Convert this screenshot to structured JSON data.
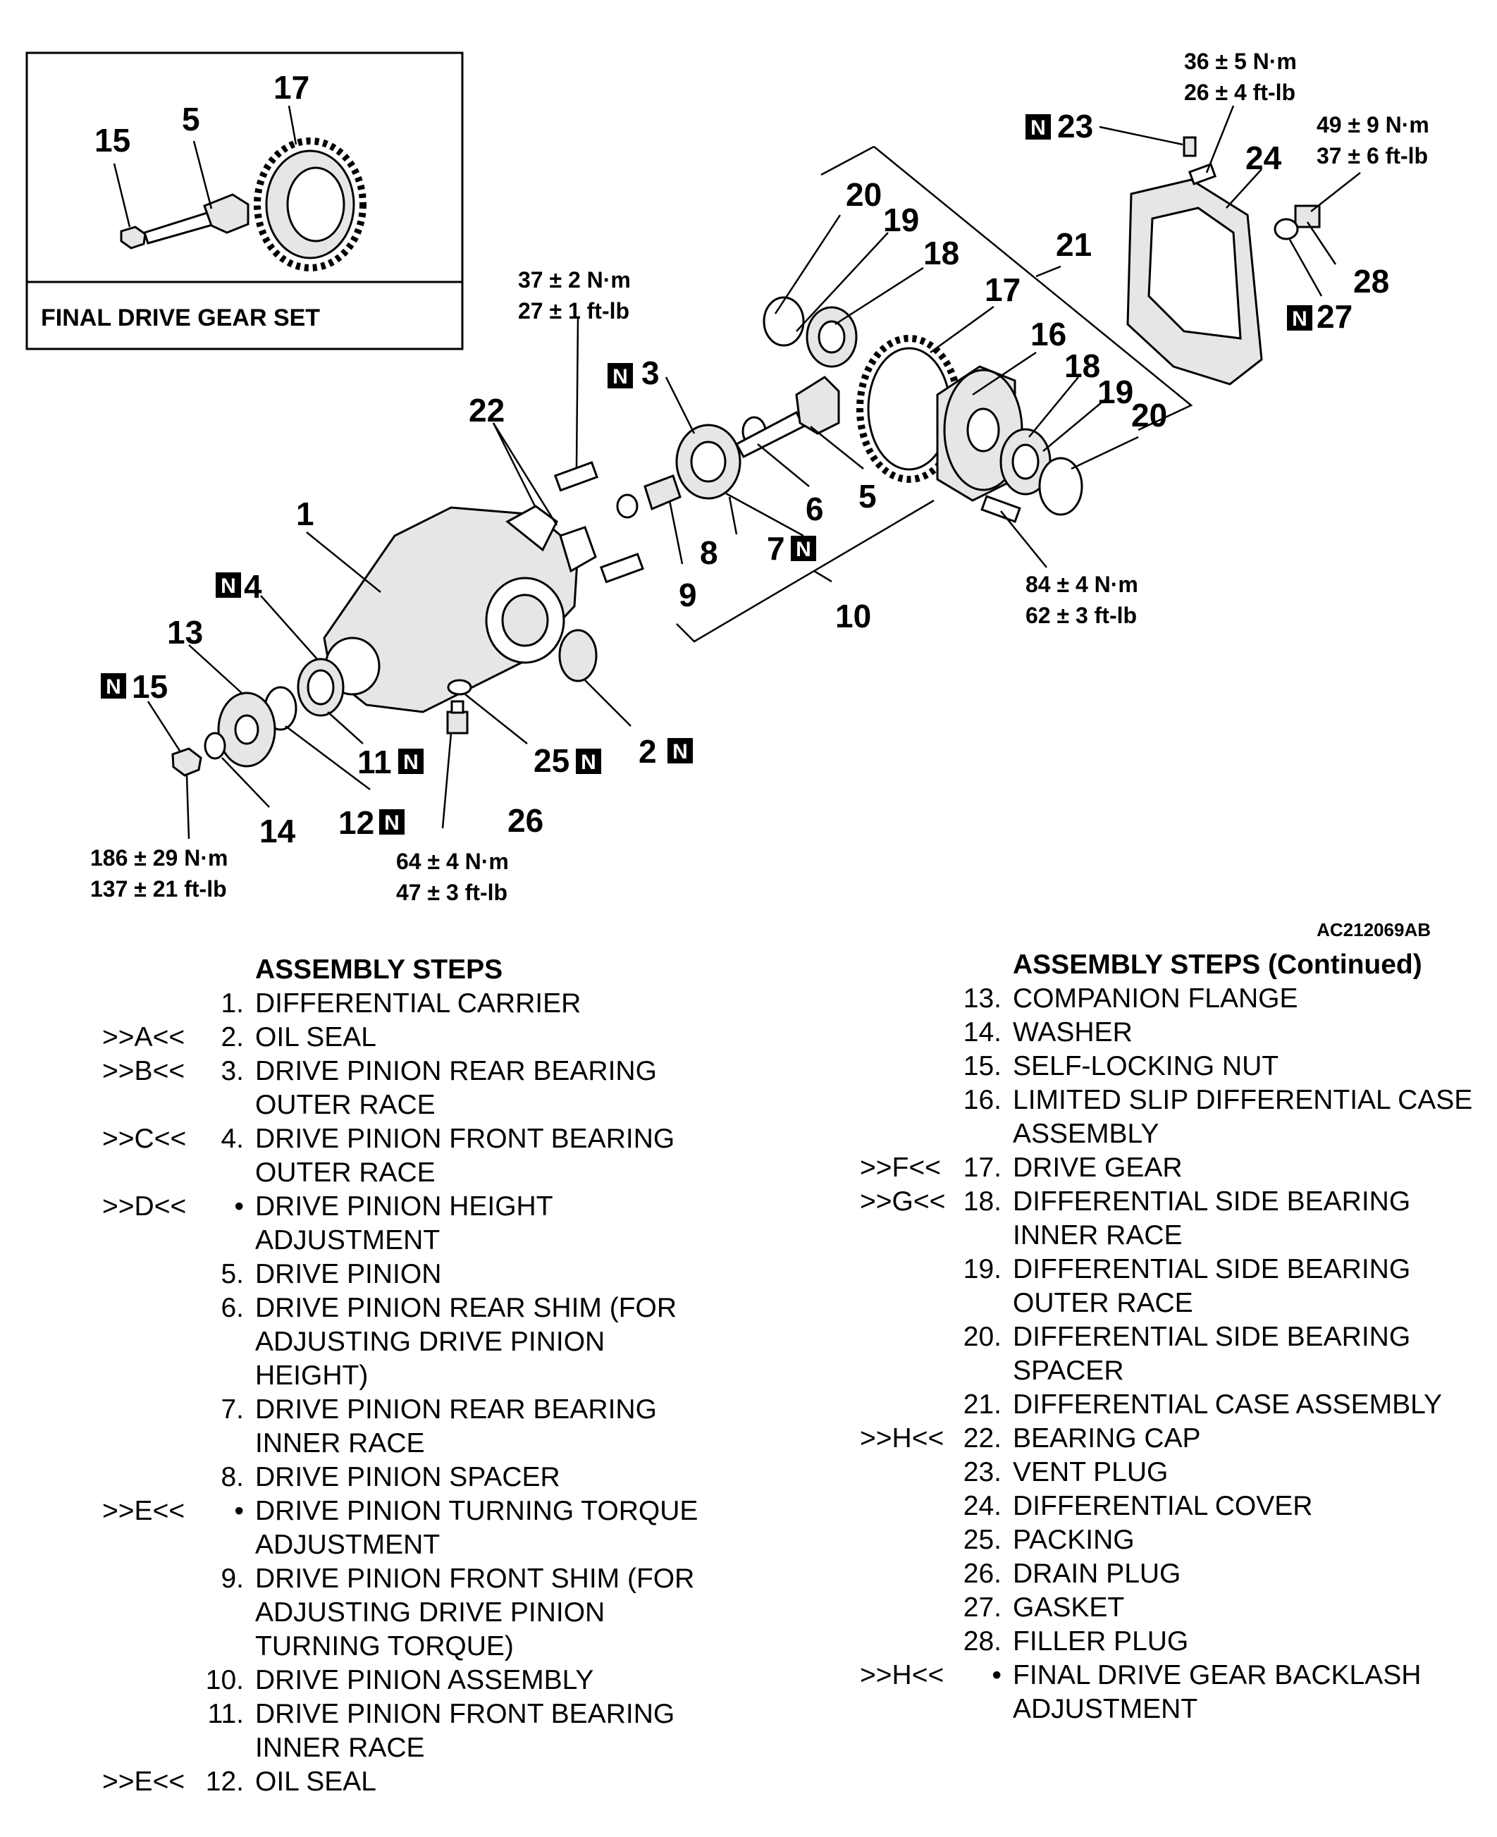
{
  "inset": {
    "title": "FINAL DRIVE GEAR SET",
    "parts": [
      "15",
      "5",
      "17"
    ]
  },
  "callouts": [
    "1",
    "2",
    "3",
    "4",
    "5",
    "6",
    "7",
    "8",
    "9",
    "10",
    "11",
    "12",
    "13",
    "14",
    "15",
    "16",
    "17",
    "18",
    "18",
    "19",
    "19",
    "20",
    "20",
    "21",
    "22",
    "23",
    "24",
    "25",
    "26",
    "27",
    "28"
  ],
  "new_part_mark": "N",
  "torques": {
    "t23_24_nm": "36 ± 5 N·m",
    "t23_24_ftlb": "26 ± 4 ft-lb",
    "t28_nm": "49 ± 9 N·m",
    "t28_ftlb": "37 ± 6 ft-lb",
    "t22_nm": "37 ± 2 N·m",
    "t22_ftlb": "27 ± 1 ft-lb",
    "t16_nm": "84 ± 4 N·m",
    "t16_ftlb": "62 ± 3 ft-lb",
    "t15_nm": "186 ± 29 N·m",
    "t15_ftlb": "137 ± 21 ft-lb",
    "t26_nm": "64 ± 4 N·m",
    "t26_ftlb": "47 ± 3 ft-lb"
  },
  "figure_code": "AC212069AB",
  "steps_left": {
    "heading": "ASSEMBLY STEPS",
    "items": [
      {
        "mark": "",
        "idx": "1.",
        "lines": [
          "DIFFERENTIAL CARRIER"
        ]
      },
      {
        "mark": ">>A<<",
        "idx": "2.",
        "lines": [
          "OIL SEAL"
        ]
      },
      {
        "mark": ">>B<<",
        "idx": "3.",
        "lines": [
          "DRIVE PINION REAR BEARING",
          "OUTER RACE"
        ]
      },
      {
        "mark": ">>C<<",
        "idx": "4.",
        "lines": [
          "DRIVE PINION FRONT BEARING",
          "OUTER RACE"
        ]
      },
      {
        "mark": ">>D<<",
        "idx": "•",
        "lines": [
          "DRIVE PINION HEIGHT",
          "ADJUSTMENT"
        ]
      },
      {
        "mark": "",
        "idx": "5.",
        "lines": [
          "DRIVE PINION"
        ]
      },
      {
        "mark": "",
        "idx": "6.",
        "lines": [
          "DRIVE PINION REAR SHIM (FOR",
          "ADJUSTING DRIVE PINION",
          "HEIGHT)"
        ]
      },
      {
        "mark": "",
        "idx": "7.",
        "lines": [
          "DRIVE PINION REAR BEARING",
          "INNER RACE"
        ]
      },
      {
        "mark": "",
        "idx": "8.",
        "lines": [
          "DRIVE PINION SPACER"
        ]
      },
      {
        "mark": ">>E<<",
        "idx": "•",
        "lines": [
          "DRIVE PINION TURNING TORQUE",
          "ADJUSTMENT"
        ]
      },
      {
        "mark": "",
        "idx": "9.",
        "lines": [
          "DRIVE PINION FRONT SHIM (FOR",
          "ADJUSTING DRIVE PINION",
          "TURNING TORQUE)"
        ]
      },
      {
        "mark": "",
        "idx": "10.",
        "lines": [
          "DRIVE PINION ASSEMBLY"
        ]
      },
      {
        "mark": "",
        "idx": "11.",
        "lines": [
          "DRIVE PINION FRONT BEARING",
          "INNER RACE"
        ]
      },
      {
        "mark": ">>E<<",
        "idx": "12.",
        "lines": [
          "OIL SEAL"
        ]
      }
    ]
  },
  "steps_right": {
    "heading": "ASSEMBLY STEPS (Continued)",
    "items": [
      {
        "mark": "",
        "idx": "13.",
        "lines": [
          "COMPANION FLANGE"
        ]
      },
      {
        "mark": "",
        "idx": "14.",
        "lines": [
          "WASHER"
        ]
      },
      {
        "mark": "",
        "idx": "15.",
        "lines": [
          "SELF-LOCKING NUT"
        ]
      },
      {
        "mark": "",
        "idx": "16.",
        "lines": [
          "LIMITED SLIP DIFFERENTIAL CASE",
          "ASSEMBLY"
        ]
      },
      {
        "mark": ">>F<<",
        "idx": "17.",
        "lines": [
          "DRIVE GEAR"
        ]
      },
      {
        "mark": ">>G<<",
        "idx": "18.",
        "lines": [
          "DIFFERENTIAL SIDE BEARING",
          "INNER RACE"
        ]
      },
      {
        "mark": "",
        "idx": "19.",
        "lines": [
          "DIFFERENTIAL SIDE BEARING",
          "OUTER RACE"
        ]
      },
      {
        "mark": "",
        "idx": "20.",
        "lines": [
          "DIFFERENTIAL SIDE BEARING",
          "SPACER"
        ]
      },
      {
        "mark": "",
        "idx": "21.",
        "lines": [
          "DIFFERENTIAL CASE ASSEMBLY"
        ]
      },
      {
        "mark": ">>H<<",
        "idx": "22.",
        "lines": [
          "BEARING CAP"
        ]
      },
      {
        "mark": "",
        "idx": "23.",
        "lines": [
          "VENT PLUG"
        ]
      },
      {
        "mark": "",
        "idx": "24.",
        "lines": [
          "DIFFERENTIAL COVER"
        ]
      },
      {
        "mark": "",
        "idx": "25.",
        "lines": [
          "PACKING"
        ]
      },
      {
        "mark": "",
        "idx": "26.",
        "lines": [
          "DRAIN PLUG"
        ]
      },
      {
        "mark": "",
        "idx": "27.",
        "lines": [
          "GASKET"
        ]
      },
      {
        "mark": "",
        "idx": "28.",
        "lines": [
          "FILLER PLUG"
        ]
      },
      {
        "mark": ">>H<<",
        "idx": "•",
        "lines": [
          "FINAL DRIVE GEAR BACKLASH",
          "ADJUSTMENT"
        ]
      }
    ]
  }
}
